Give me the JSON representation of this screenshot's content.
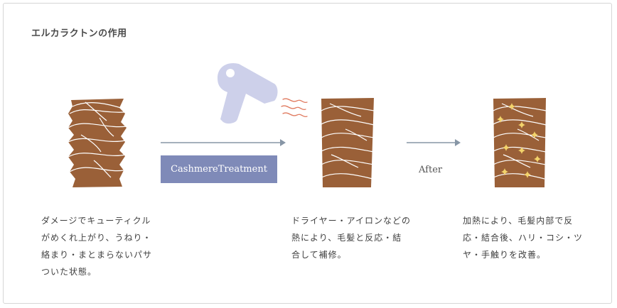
{
  "title": "エルカラクトンの作用",
  "treatment_label": "CashmereTreatment",
  "after_label": "After",
  "stage_before_lines": [
    "ダメージでキューティクル",
    "がめくれ上がり、うねり・",
    "絡まり・まとまらないパサ",
    "ついた状態。"
  ],
  "stage_middle_lines": [
    "ドライヤー・アイロンなどの",
    "熱により、毛髪と反応・結",
    "合して補修。"
  ],
  "stage_after_lines": [
    "加熱により、毛髪内部で反",
    "応・結合後、ハリ・コシ・ツ",
    "ヤ・手触りを改善。"
  ],
  "colors": {
    "hair": "#9a6038",
    "dryer": "#cdd0ea",
    "heat_wave": "#e07a5f",
    "arrow": "#8796a6",
    "badge": "#7f8ab8",
    "sparkle": "#f3d36b"
  },
  "icons": [
    "hair-dryer-icon",
    "heat-wave-icon",
    "sparkle-icon"
  ]
}
